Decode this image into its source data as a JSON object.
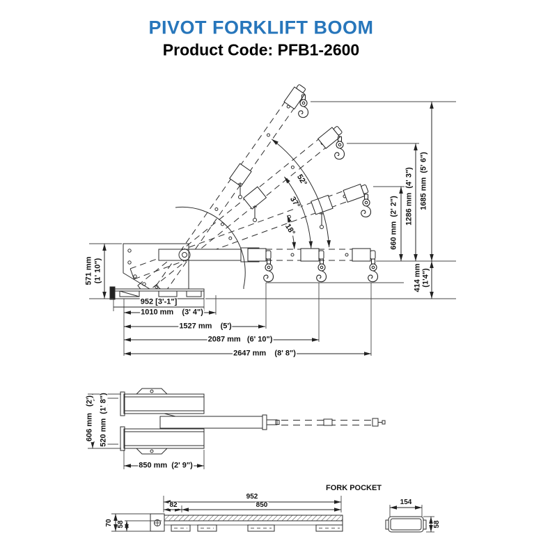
{
  "header": {
    "title": "PIVOT FORKLIFT BOOM",
    "title_color": "#2776BB",
    "product_code": "Product Code: PFB1-2600"
  },
  "side_view": {
    "angle_labels": {
      "a52": "52°",
      "a37": "37°",
      "a18": "18°"
    },
    "dims": {
      "h571": "571 mm",
      "h571_ft": "(1' 10\")",
      "w952": "952 [3'-1\"]",
      "w1010": "1010 mm    (3' 4\")",
      "w1527": "1527 mm    (5')",
      "w2087": "2087 mm   (6' 10\")",
      "w2647": "2647 mm    (8' 8\")",
      "h660": "660 mm  (2' 2\")",
      "h1286": "1286 mm  (4' 3\")",
      "h1685": "1685 mm  (5' 6\")",
      "h414": "414 mm",
      "h414_ft": "(1'4\")"
    }
  },
  "top_view": {
    "dims": {
      "w606": "606 mm   (2')",
      "w520": "520 mm  (1' 8\")",
      "l850": "850 mm  (2' 9\")"
    }
  },
  "fork_pocket": {
    "label": "FORK POCKET",
    "dims": {
      "l952": "952",
      "l82": "82",
      "l850": "850",
      "h70": "70",
      "h58": "58"
    },
    "section": {
      "w154": "154",
      "h58": "58"
    }
  }
}
